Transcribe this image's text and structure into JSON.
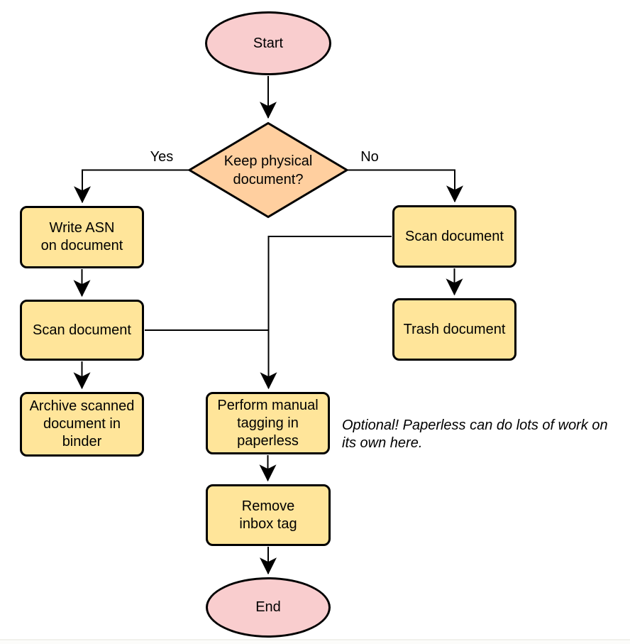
{
  "diagram": {
    "nodes": {
      "start": "Start",
      "decision": "Keep physical\ndocument?",
      "write_asn": "Write ASN\non document",
      "scan_left": "Scan document",
      "archive": "Archive scanned\ndocument in\nbinder",
      "scan_right": "Scan document",
      "trash": "Trash document",
      "perform": "Perform manual\ntagging in\npaperless",
      "remove": "Remove\ninbox tag",
      "end": "End"
    },
    "edge_labels": {
      "yes": "Yes",
      "no": "No"
    },
    "annotation": "Optional! Paperless can do lots of work on\nits own here.",
    "colors": {
      "terminator_fill": "#f9cdce",
      "decision_fill": "#ffcf9f",
      "process_fill": "#ffe59a",
      "stroke": "#000000"
    }
  }
}
